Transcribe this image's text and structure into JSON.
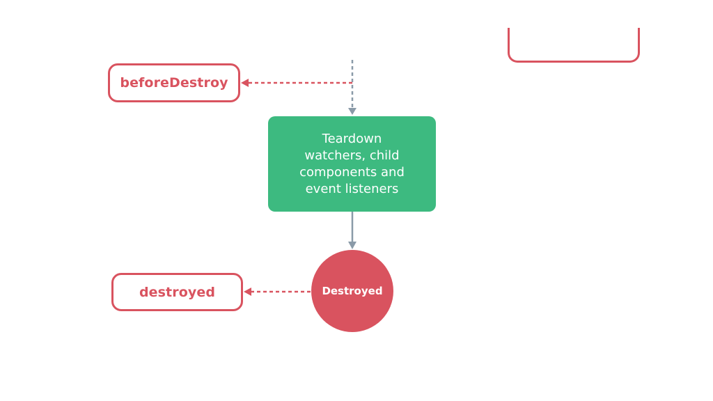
{
  "hooks": {
    "before_destroy": "beforeDestroy",
    "destroyed": "destroyed"
  },
  "steps": {
    "teardown": "Teardown\nwatchers, child\ncomponents and\nevent listeners"
  },
  "states": {
    "destroyed": "Destroyed"
  },
  "colors": {
    "hook_red": "#d9535f",
    "process_green": "#3dba80",
    "flow_gray": "#8a9aa8"
  }
}
